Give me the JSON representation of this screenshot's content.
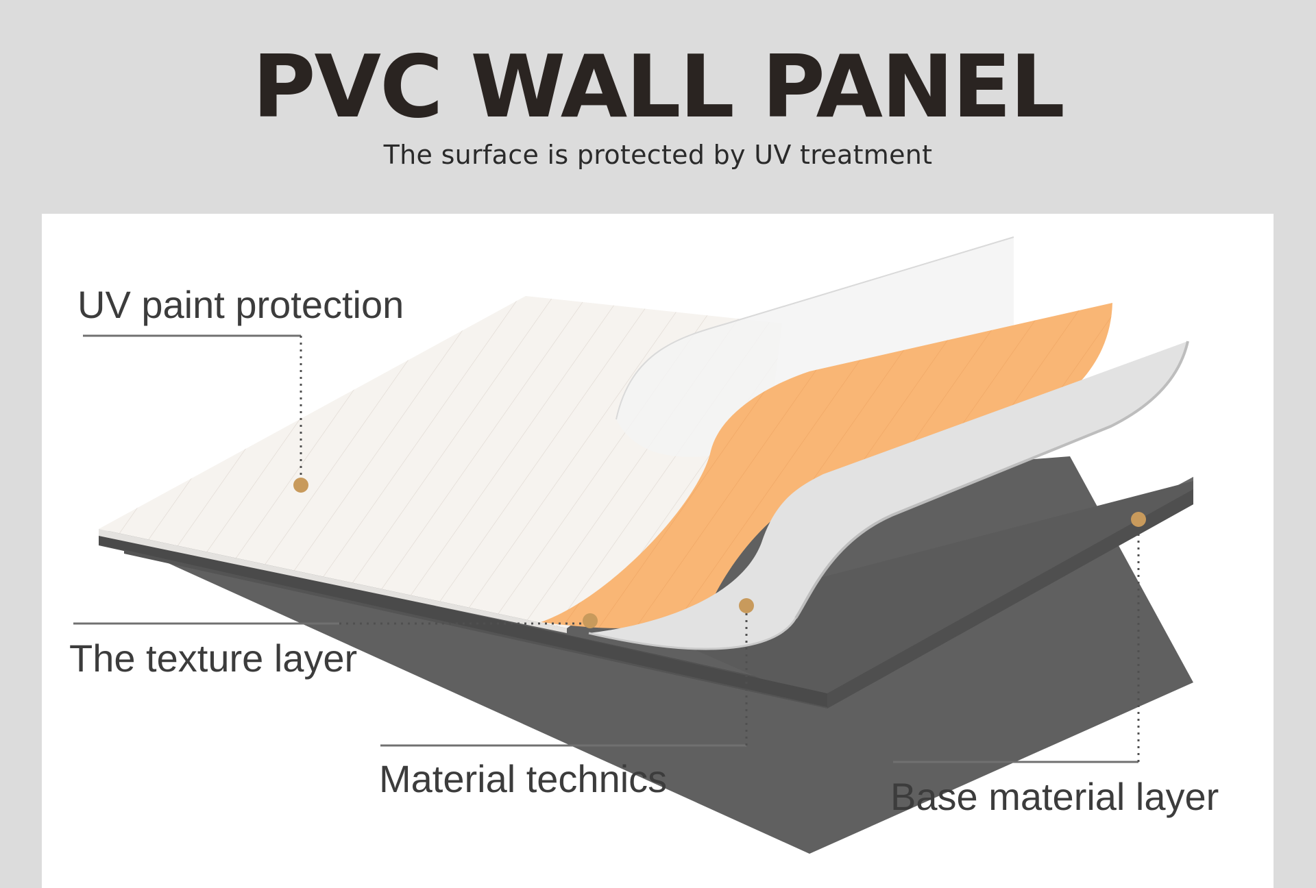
{
  "header": {
    "title": "PVC WALL PANEL",
    "subtitle": "The surface is protected by UV treatment"
  },
  "diagram": {
    "labels": {
      "uv": "UV paint protection",
      "texture": "The texture layer",
      "material": "Material technics",
      "base": "Base material layer"
    },
    "colors": {
      "background": "#dcdcdc",
      "panel": "#ffffff",
      "uv_layer": "#f6f3ef",
      "texture_layer": "#f9b675",
      "material_layer": "#e2e2e2",
      "base_layer": "#6a6a6a",
      "marker": "#c89a5c"
    }
  }
}
